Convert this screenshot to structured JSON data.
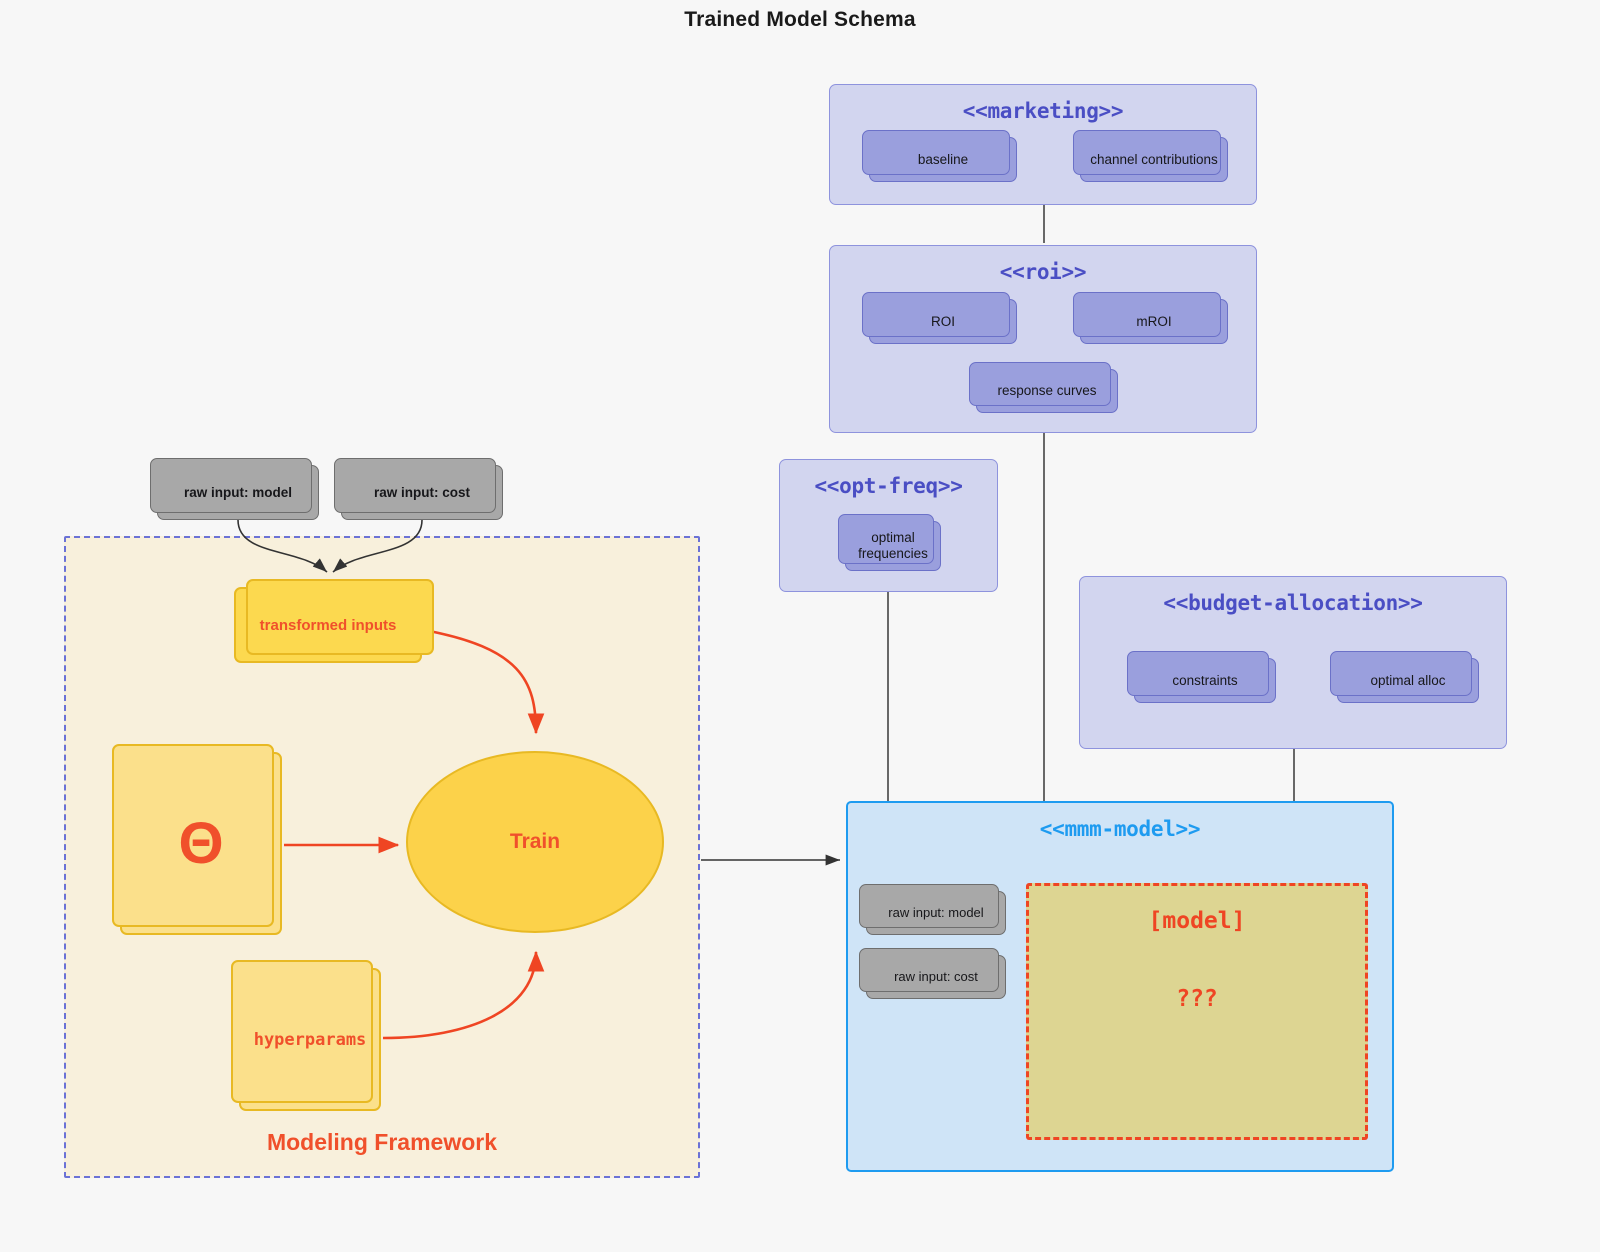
{
  "title": "Trained Model Schema",
  "colors": {
    "background": "#f7f7f7",
    "package_fill": "#d2d5ef",
    "package_border": "#8e93dd",
    "node_fill": "#9a9fdd",
    "node_border": "#6b71c8",
    "package_title": "#4a4ec4",
    "mmm_fill": "#cfe4f7",
    "mmm_border": "#1e9bf0",
    "model_fill": "#ddd592",
    "model_border": "#ef4523",
    "framework_fill": "#f8f0dc",
    "framework_border": "#6b72d6",
    "yellow_fill": "#fcd94f",
    "yellow_border": "#e8b923",
    "accent_red": "#f0502b",
    "gray_fill": "#a8a8a8",
    "gray_border": "#6e6e6e"
  },
  "packages": {
    "marketing": {
      "title": "<<marketing>>",
      "nodes": [
        {
          "label": "baseline"
        },
        {
          "label": "channel contributions"
        }
      ]
    },
    "roi": {
      "title": "<<roi>>",
      "nodes": [
        {
          "label": "ROI"
        },
        {
          "label": "mROI"
        },
        {
          "label": "response curves"
        }
      ]
    },
    "opt_freq": {
      "title": "<<opt-freq>>",
      "nodes": [
        {
          "label": "optimal\nfrequencies",
          "line1": "optimal",
          "line2": "frequencies"
        }
      ]
    },
    "budget_allocation": {
      "title": "<<budget-allocation>>",
      "nodes": [
        {
          "label": "constraints"
        },
        {
          "label": "optimal alloc"
        }
      ]
    },
    "mmm_model": {
      "title": "<<mmm-model>>",
      "inputs": [
        {
          "label": "raw input: model"
        },
        {
          "label": "raw input: cost"
        }
      ],
      "model_box": {
        "label": "[model]",
        "unknown": "???"
      }
    }
  },
  "framework": {
    "label": "Modeling Framework",
    "raw_inputs": [
      {
        "label": "raw input: model"
      },
      {
        "label": "raw input: cost"
      }
    ],
    "transformed_inputs": {
      "label": "transformed inputs"
    },
    "theta": {
      "label": "Θ"
    },
    "hyperparams": {
      "label": "hyperparams"
    },
    "train": {
      "label": "Train"
    }
  }
}
